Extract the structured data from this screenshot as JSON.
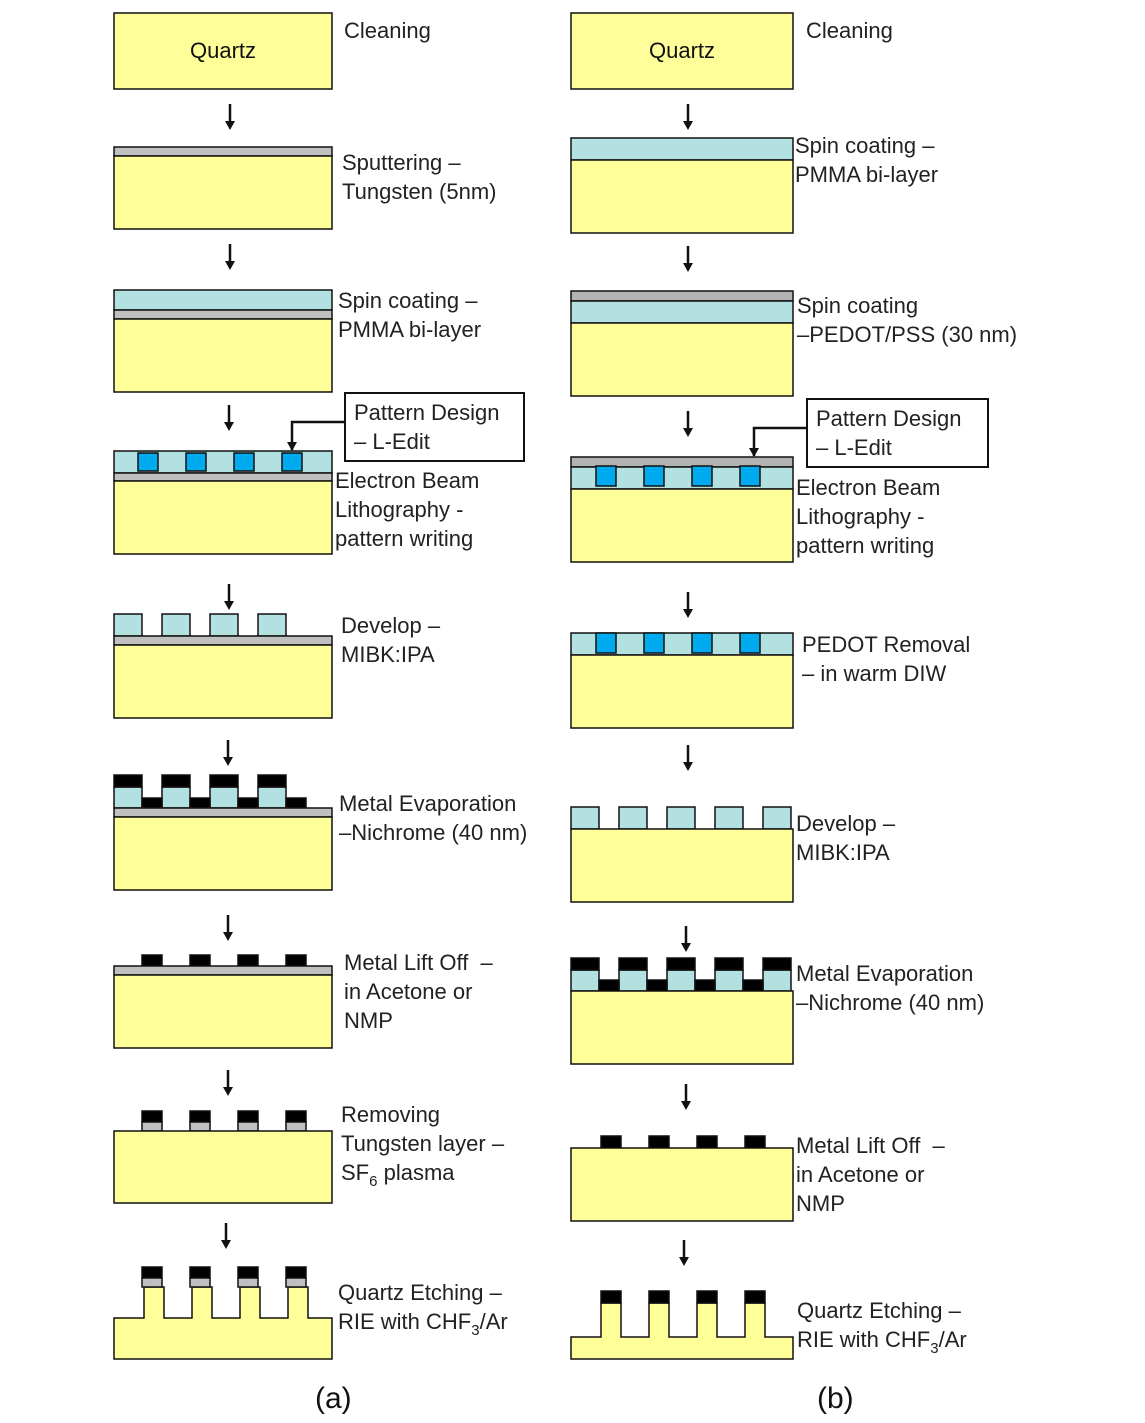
{
  "substrate_name": "Quartz",
  "colors": {
    "quartz": "#ffff99",
    "tungsten": "#c0c0c0",
    "pmma": "#b3e0e0",
    "pedot": "#b3b3b3",
    "pattern": "#00aaee",
    "nichrome": "#000000"
  },
  "panels": {
    "a": {
      "label": "(a)",
      "steps": {
        "s1": {
          "line1": "Cleaning"
        },
        "s2": {
          "line1": "Sputtering –",
          "line2": "Tungsten (5nm)"
        },
        "s3": {
          "line1": "Spin coating –",
          "line2": "PMMA bi-layer"
        },
        "s4": {
          "line1": "Electron Beam",
          "line2": "Lithography -",
          "line3": "pattern writing"
        },
        "s5": {
          "line1": "Develop –",
          "line2": "MIBK:IPA"
        },
        "s6": {
          "line1": "Metal Evaporation",
          "line2": "–Nichrome (40 nm)"
        },
        "s7": {
          "line1": "Metal Lift Off  –",
          "line2": "in Acetone or",
          "line3": "NMP"
        },
        "s8": {
          "line1": "Removing",
          "line2": "Tungsten layer –",
          "line3_pre": "SF",
          "line3_sub": "6",
          "line3_post": " plasma"
        },
        "s9": {
          "line1": "Quartz Etching –",
          "line2_pre": "RIE with CHF",
          "line2_sub": "3",
          "line2_post": "/Ar"
        }
      },
      "callout": {
        "line1": "Pattern Design",
        "line2": "– L-Edit"
      }
    },
    "b": {
      "label": "(b)",
      "steps": {
        "s1": {
          "line1": "Cleaning"
        },
        "s2": {
          "line1": "Spin coating –",
          "line2": "PMMA bi-layer"
        },
        "s3": {
          "line1": "Spin coating",
          "line2": "–PEDOT/PSS (30 nm)"
        },
        "s4": {
          "line1": "Electron Beam",
          "line2": "Lithography -",
          "line3": "pattern writing"
        },
        "s5": {
          "line1": "PEDOT Removal",
          "line2": "– in warm DIW"
        },
        "s6": {
          "line1": "Develop –",
          "line2": "MIBK:IPA"
        },
        "s7": {
          "line1": "Metal Evaporation",
          "line2": "–Nichrome (40 nm)"
        },
        "s8": {
          "line1": "Metal Lift Off  –",
          "line2": "in Acetone or",
          "line3": "NMP"
        },
        "s9": {
          "line1": "Quartz Etching –",
          "line2_pre": "RIE with CHF",
          "line2_sub": "3",
          "line2_post": "/Ar"
        }
      },
      "callout": {
        "line1": "Pattern Design",
        "line2": "– L-Edit"
      }
    }
  }
}
